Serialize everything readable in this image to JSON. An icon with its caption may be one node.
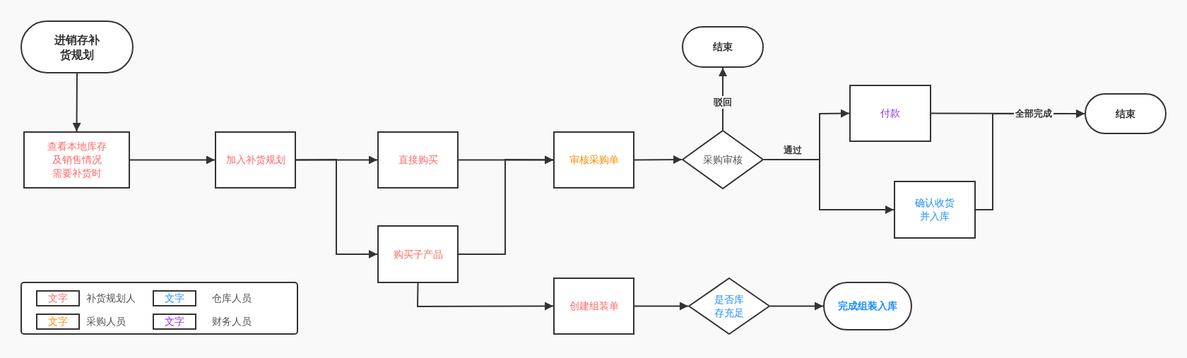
{
  "diagram": {
    "nodes": [
      {
        "text": [
          "进销存补货规划"
        ]
      },
      {
        "text": [
          "查看本地库存及销售情况需要补货时"
        ]
      },
      {
        "text": [
          "加入补货规划"
        ]
      },
      {
        "text": [
          "直接购买"
        ]
      },
      {
        "text": [
          "购买子产品"
        ]
      },
      {
        "text": [
          "审核采购单"
        ]
      },
      {
        "text": [
          "采购审核"
        ]
      },
      {
        "text": [
          "结束"
        ]
      },
      {
        "text": [
          "付款"
        ]
      },
      {
        "text": [
          "确认收货并入库"
        ]
      },
      {
        "text": [
          "结束"
        ]
      },
      {
        "text": [
          "创建组装单"
        ]
      },
      {
        "text": [
          "是否库存充足"
        ]
      },
      {
        "text": [
          "完成组装入库"
        ]
      }
    ],
    "edges": [
      {
        "from": 0,
        "to": 1,
        "arrow": "to"
      },
      {
        "from": 1,
        "to": 2,
        "arrow": "to"
      },
      {
        "from": 2,
        "to": 3,
        "arrow": "to"
      },
      {
        "from": 2,
        "to": 4,
        "arrow": "to"
      },
      {
        "from": 3,
        "to": 5,
        "arrow": "to"
      },
      {
        "from": 4,
        "to": 5,
        "arrow": "to"
      },
      {
        "from": 5,
        "to": 6,
        "arrow": "to"
      },
      {
        "from": 6,
        "to": 7,
        "arrow": "to",
        "label": "驳回"
      },
      {
        "from": 6,
        "to": 8,
        "arrow": "to",
        "label": "通过"
      },
      {
        "from": 6,
        "to": 9,
        "arrow": "to"
      },
      {
        "from": 8,
        "to": 10,
        "arrow": "to",
        "label": "全部完成"
      },
      {
        "from": 9,
        "to": 10,
        "arrow": "to"
      },
      {
        "from": 4,
        "to": 11,
        "arrow": "to"
      },
      {
        "from": 11,
        "to": 12,
        "arrow": "to"
      },
      {
        "from": 12,
        "to": 13,
        "arrow": "to"
      }
    ],
    "labels": [
      "文字",
      "文字",
      "文字",
      "文字"
    ],
    "legend": [
      {
        "text": "补货规划人",
        "color": "#ff6b6b"
      },
      {
        "text": "仓库人员",
        "color": "#1e90ff"
      },
      {
        "text": "采购人员",
        "color": "#ff8c00"
      },
      {
        "text": "财务人员",
        "color": "#8a2be2"
      }
    ]
  }
}
